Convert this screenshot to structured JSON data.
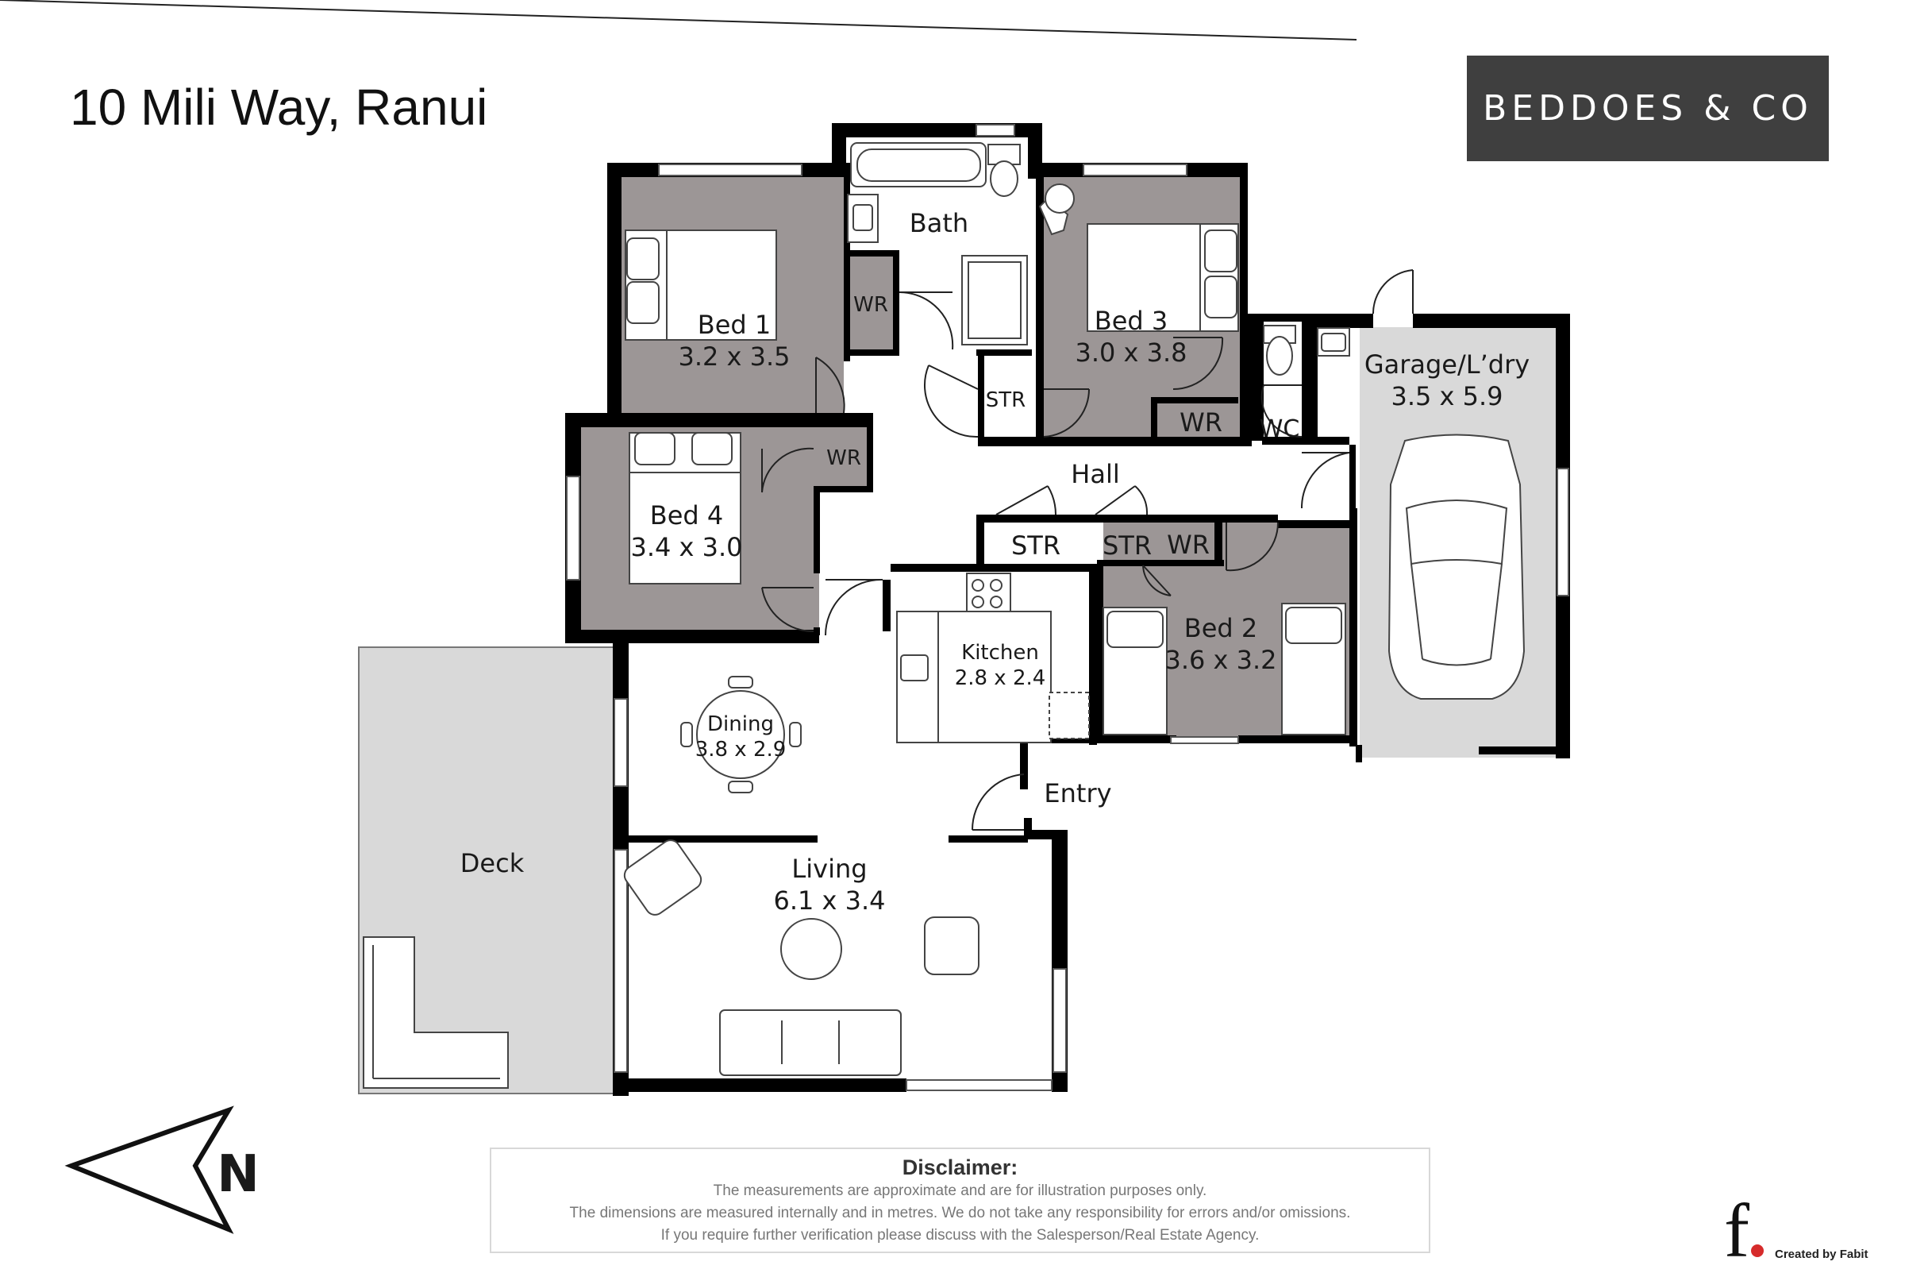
{
  "title": "10 Mili Way, Ranui",
  "brand": "BEDDOES & CO",
  "rooms": {
    "bed1": {
      "name": "Bed 1",
      "dims": "3.2 x 3.5"
    },
    "bed2": {
      "name": "Bed 2",
      "dims": "3.6 x 3.2"
    },
    "bed3": {
      "name": "Bed 3",
      "dims": "3.0 x 3.8"
    },
    "bed4": {
      "name": "Bed 4",
      "dims": "3.4 x 3.0"
    },
    "bath": {
      "name": "Bath"
    },
    "garage": {
      "name": "Garage/L’dry",
      "dims": "3.5 x 5.9"
    },
    "kitchen": {
      "name": "Kitchen",
      "dims": "2.8 x 2.4"
    },
    "dining": {
      "name": "Dining",
      "dims": "3.8 x 2.9"
    },
    "living": {
      "name": "Living",
      "dims": "6.1 x 3.4"
    },
    "deck": {
      "name": "Deck"
    },
    "hall": {
      "name": "Hall"
    },
    "entry": {
      "name": "Entry"
    },
    "wc": {
      "name": "WC"
    },
    "wr": "WR",
    "str": "STR"
  },
  "compass": {
    "label": "N"
  },
  "disclaimer": {
    "heading": "Disclaimer:",
    "line1": "The measurements are approximate and are for illustration purposes only.",
    "line2": "The dimensions are measured internally and in metres. We do not take any responsibility for errors and/or omissions.",
    "line3": "If you require further verification please discuss with the Salesperson/Real Estate Agency."
  },
  "credit": "Created by Fabit",
  "colors": {
    "bedroom": "#9c9696",
    "garage_deck": "#d8d8d8",
    "wall": "#000000",
    "brand_bg": "#3f3f3f",
    "credit_dot": "#d62b2b"
  }
}
